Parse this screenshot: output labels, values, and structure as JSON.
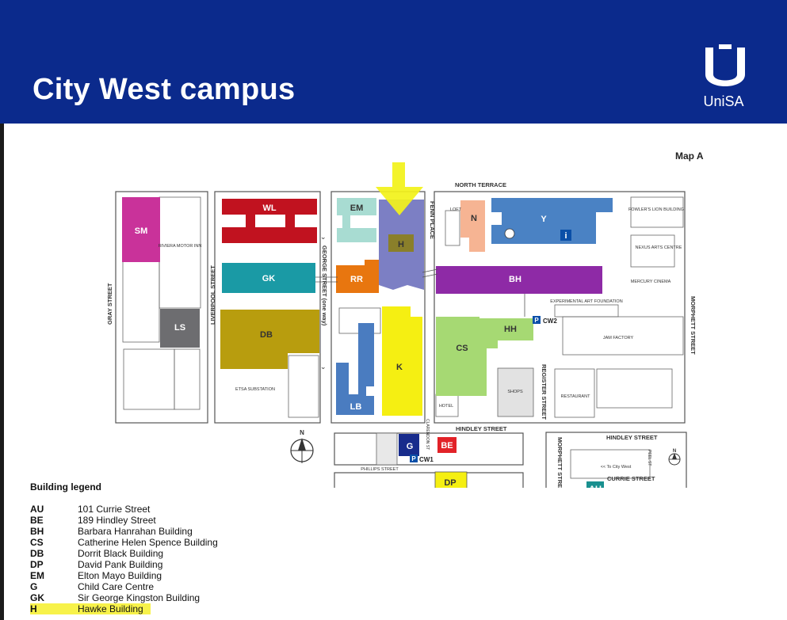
{
  "header": {
    "title": "City West campus",
    "logo_text": "UniSA",
    "bg_color": "#0b2a8c"
  },
  "map": {
    "label": "Map A",
    "streets": {
      "north_terrace": "NORTH TERRACE",
      "hindley": "HINDLEY STREET",
      "hindley_inset": "HINDLEY STREET",
      "currie": "CURRIE STREET",
      "gray": "GRAY STREET",
      "liverpool": "LIVERPOOL STREET",
      "george": "GEORGE STREET (one way)",
      "fenn": "FENN PLACE",
      "register": "REGISTER STREET",
      "morphett": "MORPHETT STREET",
      "morphett_inset": "MORPHETT STREET",
      "phillips": "PHILLIPS STREET",
      "clarendon": "CLARENDON ST",
      "peel": "PEEL ST"
    },
    "buildings": {
      "SM": "SM",
      "LS": "LS",
      "WL": "WL",
      "GK": "GK",
      "DB": "DB",
      "EM": "EM",
      "H": "H",
      "RR": "RR",
      "K": "K",
      "LB": "LB",
      "N": "N",
      "Y": "Y",
      "BH": "BH",
      "HH": "HH",
      "CS": "CS",
      "G": "G",
      "BE": "BE",
      "DP": "DP",
      "AU": "AU"
    },
    "labels": {
      "riviera": "RIVIERA MOTOR INN",
      "etsa": "ETSA SUBSTATION",
      "loft": "LOFT",
      "fowlers": "FOWLER'S LION BUILDING",
      "nexus": "NEXUS ARTS CENTRE",
      "mercury": "MERCURY CINEMA",
      "experimental": "EXPERIMENTAL ART FOUNDATION",
      "jam": "JAM FACTORY",
      "restaurant": "RESTAURANT",
      "shops": "SHOPS",
      "hotel": "HOTEL",
      "city_west": "<< To City West",
      "cw1": "CW1",
      "cw2": "CW2",
      "parking": "P",
      "north": "N",
      "info": "i"
    },
    "colors": {
      "SM": "#c9329a",
      "LS": "#6d6d70",
      "WL": "#c1121f",
      "GK": "#1a9aa5",
      "DB": "#b89d0e",
      "EM": "#a8dcd2",
      "H": "#7c7fc4",
      "H_inner": "#8a7f2a",
      "RR": "#e8760f",
      "K": "#f5ef12",
      "LB": "#4a7cc0",
      "N": "#f6b493",
      "Y": "#4a82c4",
      "BH": "#8e2aa6",
      "HH": "#a6d973",
      "CS": "#a6d973",
      "G": "#182c8c",
      "BE": "#e22228",
      "DP": "#f5ef12",
      "AU": "#19908f",
      "arrow": "#f3f21a"
    }
  },
  "legend": {
    "title": "Building legend",
    "items": [
      {
        "code": "AU",
        "name": "101 Currie Street"
      },
      {
        "code": "BE",
        "name": "189 Hindley Street"
      },
      {
        "code": "BH",
        "name": "Barbara Hanrahan Building"
      },
      {
        "code": "CS",
        "name": "Catherine Helen Spence Building"
      },
      {
        "code": "DB",
        "name": "Dorrit Black Building"
      },
      {
        "code": "DP",
        "name": "David Pank Building"
      },
      {
        "code": "EM",
        "name": "Elton Mayo Building"
      },
      {
        "code": "G",
        "name": "Child Care Centre"
      },
      {
        "code": "GK",
        "name": "Sir George Kingston Building"
      },
      {
        "code": "H",
        "name": "Hawke Building"
      }
    ]
  }
}
